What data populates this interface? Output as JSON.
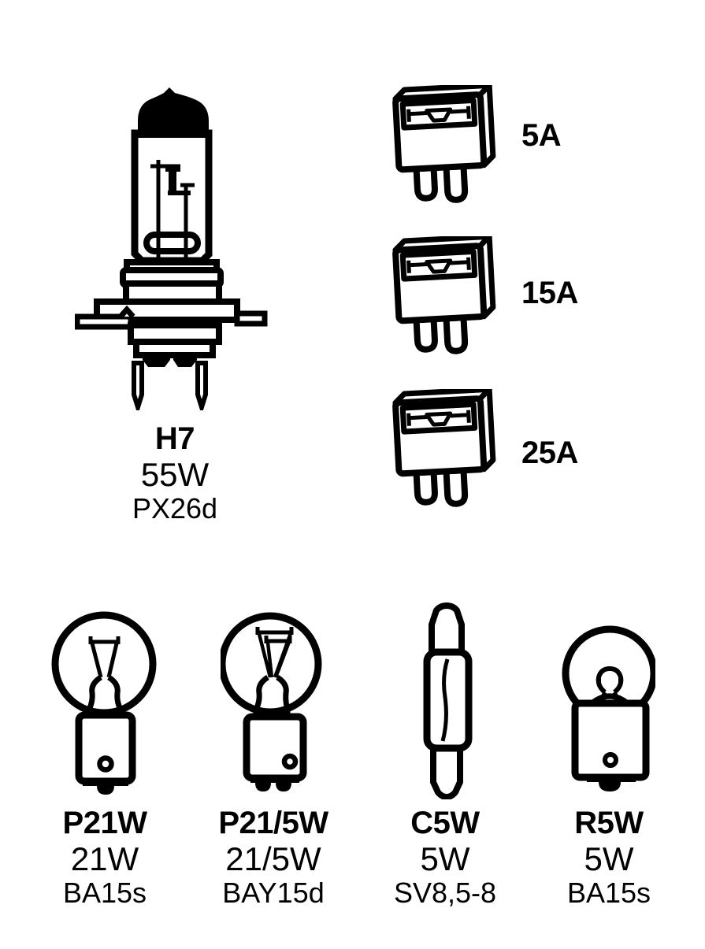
{
  "diagram": {
    "headlamp": {
      "name": "H7",
      "wattage": "55W",
      "base": "PX26d"
    },
    "fuses": [
      {
        "rating": "5A"
      },
      {
        "rating": "15A"
      },
      {
        "rating": "25A"
      }
    ],
    "bulbs": [
      {
        "name": "P21W",
        "wattage": "21W",
        "base": "BA15s"
      },
      {
        "name": "P21/5W",
        "wattage": "21/5W",
        "base": "BAY15d"
      },
      {
        "name": "C5W",
        "wattage": "5W",
        "base": "SV8,5-8"
      },
      {
        "name": "R5W",
        "wattage": "5W",
        "base": "BA15s"
      }
    ],
    "colors": {
      "ink": "#000000",
      "background": "#ffffff"
    }
  }
}
